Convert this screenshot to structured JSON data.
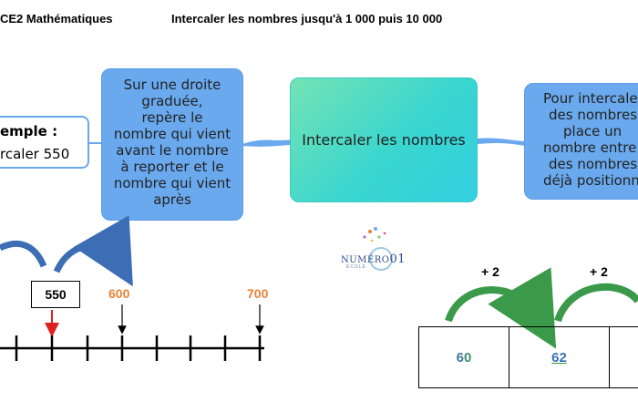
{
  "header": {
    "level": "CE2 Mathématiques",
    "title": "Intercaler les nombres jusqu'à 1 000 puis 10 000"
  },
  "example": {
    "heading": "emple :",
    "text": "rcaler 550"
  },
  "left_bubble": {
    "lines": [
      "Sur une droite",
      "graduée,",
      "repère le",
      "nombre qui vient",
      "avant le nombre",
      "à reporter et le",
      "nombre qui vient",
      "après"
    ]
  },
  "center_bubble": {
    "label": "Intercaler les nombres"
  },
  "right_bubble": {
    "lines": [
      "Pour intercale",
      "des nombres",
      "place un",
      "nombre entre",
      "des nombres",
      "déjà positionn"
    ]
  },
  "logo": {
    "main": "NUMÉRO",
    "digit": "01",
    "sub": "ÉCOLE"
  },
  "number_line": {
    "boxed_value": "550",
    "label_600": "600",
    "label_700": "700",
    "label_color": "#e8823a",
    "arrow_color": "#3d6eb5",
    "marker_color": "#e02020"
  },
  "table": {
    "plus_left": "+ 2",
    "plus_right": "+ 2",
    "cell1": "60",
    "cell2": "62",
    "arrow_color": "#3a9a4a"
  }
}
